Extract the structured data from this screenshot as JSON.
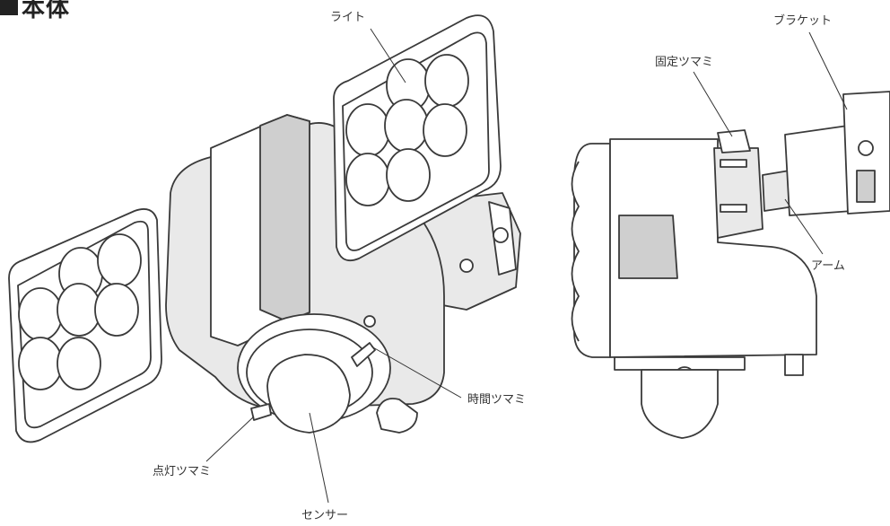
{
  "heading": "本体",
  "labels": {
    "light": "ライト",
    "bracket": "ブラケット",
    "fixing_knob": "固定ツマミ",
    "arm": "アーム",
    "time_knob": "時間ツマミ",
    "lighting_knob": "点灯ツマミ",
    "sensor": "センサー"
  }
}
